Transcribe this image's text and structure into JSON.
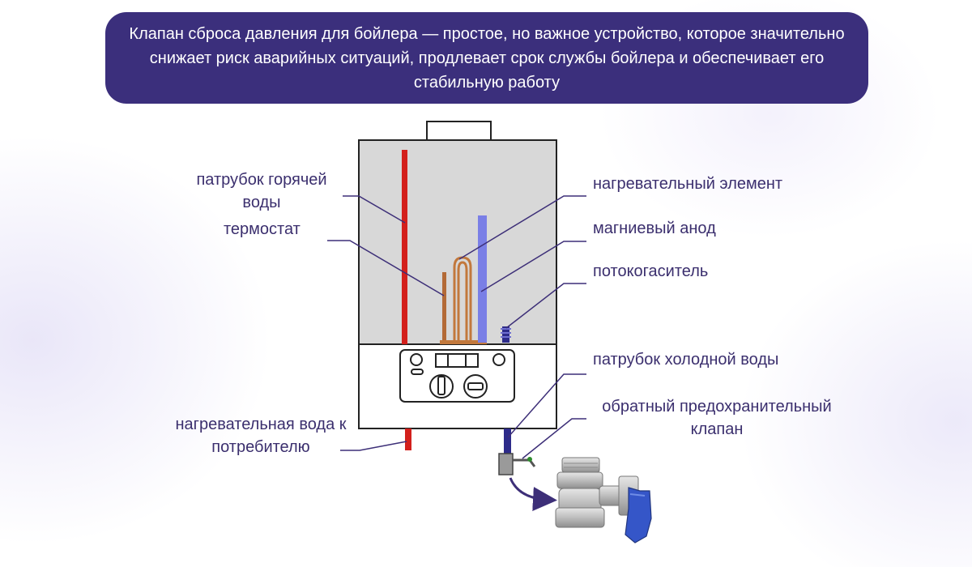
{
  "banner": {
    "text": "Клапан сброса давления для бойлера — простое, но важное устройство, которое значительно снижает риск аварийных ситуаций, продлевает срок службы бойлера и обеспечивает его стабильную работу"
  },
  "labels": {
    "hot_pipe": "патрубок горячей воды",
    "thermostat": "термостат",
    "heating_element": "нагревательный элемент",
    "anode": "магниевый анод",
    "flow_damper": "потокогаситель",
    "cold_pipe": "патрубок холодной воды",
    "check_valve": "обратный предохранительный клапан",
    "heated_water": "нагревательная вода к потребителю"
  },
  "colors": {
    "banner": "#3b2f7c",
    "label_text": "#3b2f6e",
    "leader": "#3d2f78",
    "hot_pipe": "#d3201c",
    "anode": "#7a7fe6",
    "heating_element": "#c2783c",
    "cold_pipe": "#2d2b8a",
    "tank": "#d8d8d8"
  }
}
